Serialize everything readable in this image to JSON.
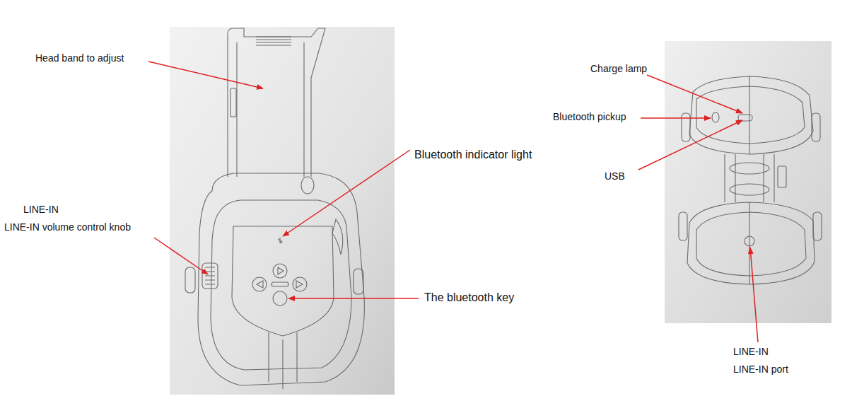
{
  "diagram": {
    "labels": [
      "Head band to adjust",
      "Bluetooth indicator light",
      "LINE-IN",
      "LINE-IN volume control knob",
      "The bluetooth key",
      "Charge lamp",
      "Bluetooth pickup",
      "USB",
      "LINE-IN",
      "LINE-IN port"
    ]
  }
}
